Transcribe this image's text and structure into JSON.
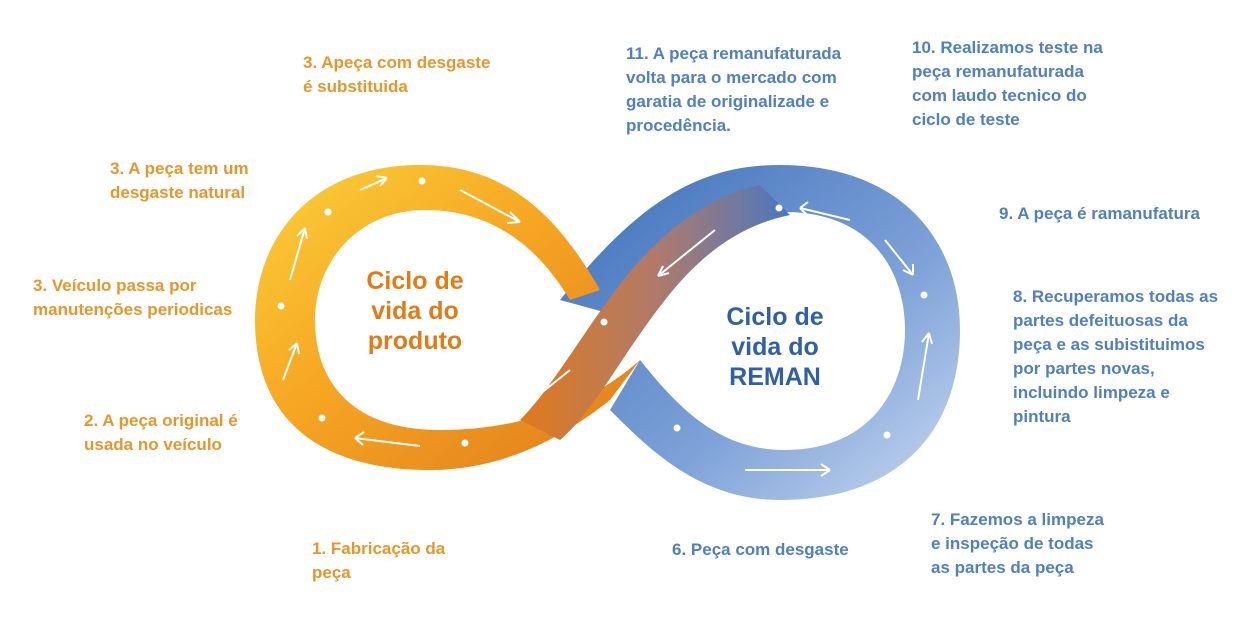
{
  "diagram": {
    "center_titles": {
      "product": "Ciclo de\nvida do\nproduto",
      "reman": "Ciclo de\nvida do\nREMAN"
    },
    "steps": {
      "s1": "1. Fabricação da\npeça",
      "s2": "2. A peça original é\nusada no veículo",
      "s3a": "3. Veículo passa por\nmanutenções periodicas",
      "s3b": "3. A peça tem um\ndesgaste natural",
      "s3c": "3. Apeça com desgaste\né substituida",
      "s6": "6. Peça com desgaste",
      "s7": "7. Fazemos a limpeza\ne inspeção de todas\nas partes da peça",
      "s8": "8. Recuperamos todas as\npartes defeituosas da\npeça e as subistituimos\npor partes novas,\nincluindo limpeza e\npintura",
      "s9": "9. A peça é ramanufatura",
      "s10": "10. Realizamos teste na\npeça remanufaturada\ncom laudo tecnico do\nciclo de teste",
      "s11": "11. A peça remanufaturada\nvolta para o mercado com\ngaratia de originalizade e\nprocedência."
    },
    "colors": {
      "orange_light": "#fbd13a",
      "orange_mid": "#f6a623",
      "orange_dark": "#e07a1c",
      "blue_light": "#c9d9f0",
      "blue_mid": "#7ea2d8",
      "blue_dark": "#3d6fba"
    }
  }
}
